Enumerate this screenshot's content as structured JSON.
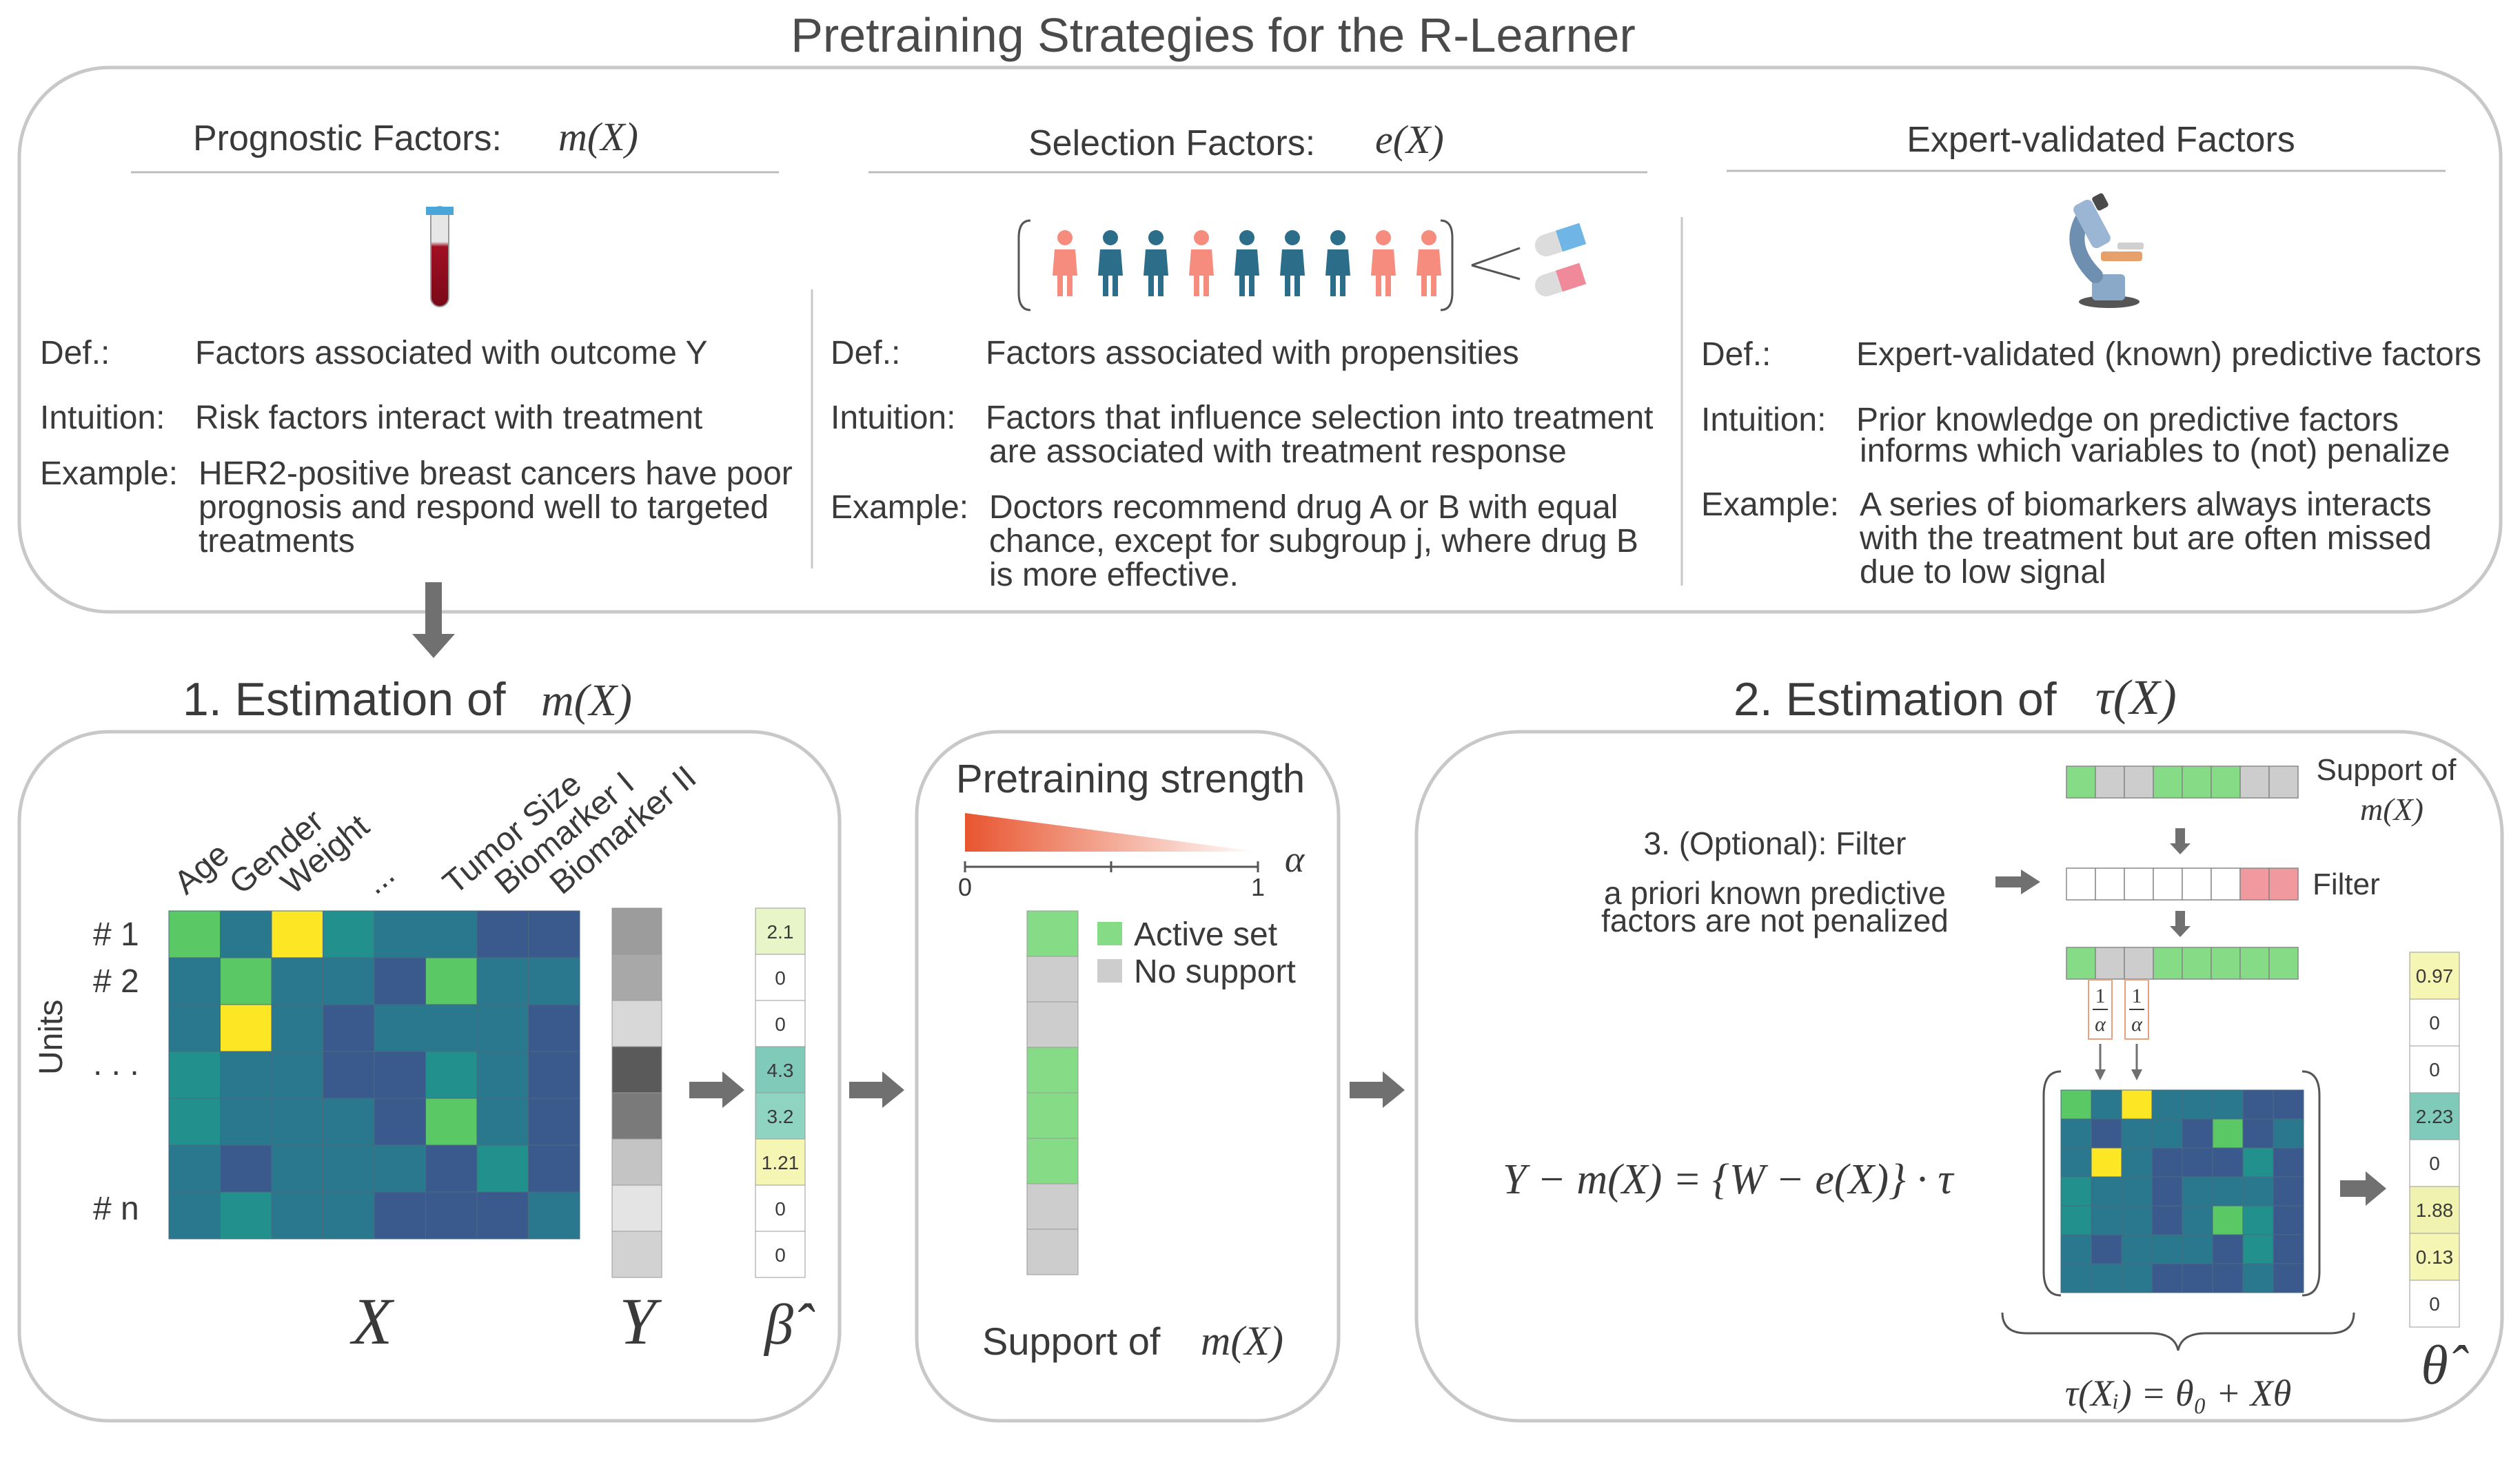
{
  "title": "Pretraining Strategies for the R-Learner",
  "colors": {
    "outline": "#c8c8c8",
    "arrow": "#707070",
    "text": "#3a3a3a",
    "grid_yellow": "#fde725",
    "grid_green": "#5ac864",
    "grid_teal": "#22908c",
    "grid_blue": "#3a5a8e",
    "grid_mid": "#2a788e",
    "active": "#86dc86",
    "nosupport": "#cdcdcd",
    "filter_pink": "#f09aa0",
    "person_pink": "#f58c7e",
    "person_blue": "#2c6e8a"
  },
  "factors": [
    {
      "heading": "Prognostic Factors:",
      "heading_math": "m(X)",
      "icon": "test-tube-icon",
      "def_label": "Def.:",
      "def": "Factors associated with outcome Y",
      "intuition_label": "Intuition:",
      "intuition": [
        "Risk factors interact with treatment"
      ],
      "example_label": "Example:",
      "example": [
        "HER2-positive breast cancers have poor",
        "prognosis and respond well to targeted",
        "treatments"
      ]
    },
    {
      "heading": "Selection Factors:",
      "heading_math": "e(X)",
      "icon": "people-pills-icon",
      "def_label": "Def.:",
      "def": "Factors associated with propensities",
      "intuition_label": "Intuition:",
      "intuition": [
        "Factors that influence selection into treatment",
        "are associated with treatment response"
      ],
      "example_label": "Example:",
      "example": [
        "Doctors recommend drug A or B with equal",
        "chance, except for subgroup j, where drug B",
        "is more effective."
      ]
    },
    {
      "heading": "Expert-validated Factors",
      "heading_math": "",
      "icon": "microscope-icon",
      "def_label": "Def.:",
      "def": "Expert-validated (known) predictive factors",
      "intuition_label": "Intuition:",
      "intuition": [
        "Prior knowledge on predictive factors",
        "informs which variables to (not) penalize"
      ],
      "example_label": "Example:",
      "example": [
        "A series of biomarkers always interacts",
        "with the treatment but are often missed",
        "due to low signal"
      ]
    }
  ],
  "step1": {
    "title": "1. Estimation of",
    "title_math": "m(X)",
    "columns": [
      "Age",
      "Gender",
      "Weight",
      "...",
      "Tumor Size",
      "Biomarker I",
      "Biomarker II"
    ],
    "rows": [
      "# 1",
      "# 2",
      ". . .",
      "# n"
    ],
    "units_label": "Units",
    "x_label": "X",
    "y_label": "Y",
    "beta_label": "β̂",
    "beta_values": [
      "2.1",
      "0",
      "0",
      "4.3",
      "3.2",
      "1.21",
      "0",
      "0"
    ]
  },
  "pretraining": {
    "title": "Pretraining strength",
    "alpha_label": "α",
    "tick_min": "0",
    "tick_max": "1",
    "legend_active": "Active set",
    "legend_nosupport": "No support",
    "support_label": "Support of",
    "support_math": "m(X)"
  },
  "step2": {
    "title": "2. Estimation of",
    "title_math": "τ(X)",
    "filter_title": "3. (Optional): Filter",
    "filter_desc": [
      "a priori known predictive",
      "factors are not penalized"
    ],
    "support_of": "Support of",
    "support_math": "m(X)",
    "filter_label": "Filter",
    "frac_num": "1",
    "frac_den": "α",
    "equation": "Y − m(X) = {W − e(X)} · τ",
    "tau_eq": "τ(Xᵢ) = θ₀ + Xθ",
    "theta_label": "θ̂",
    "theta_values": [
      "0.97",
      "0",
      "0",
      "2.23",
      "0",
      "1.88",
      "0.13",
      "0"
    ]
  }
}
